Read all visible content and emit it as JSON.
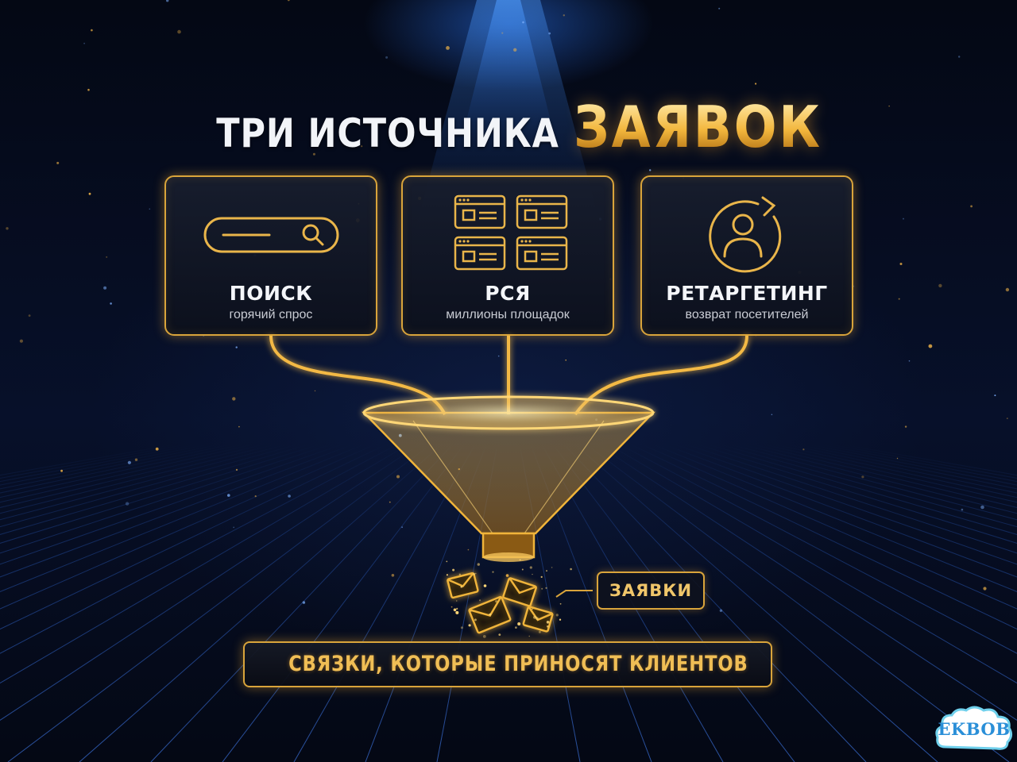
{
  "title": {
    "white": "ТРИ ИСТОЧНИКА",
    "gold": "ЗАЯВОК"
  },
  "sources": [
    {
      "title": "ПОИСК",
      "subtitle": "горячий спрос",
      "icon": "search-bar-icon"
    },
    {
      "title": "РСЯ",
      "subtitle": "миллионы площадок",
      "icon": "ad-network-windows-icon"
    },
    {
      "title": "РЕТАРГЕТИНГ",
      "subtitle": "возврат посетителей",
      "icon": "user-return-icon"
    }
  ],
  "funnel": {
    "output_label": "ЗАЯВКИ",
    "output_icon": "envelope-icon"
  },
  "banner": "СВЯЗКИ, КОТОРЫЕ ПРИНОСЯТ КЛИЕНТОВ",
  "watermark": "EKBOB",
  "colors": {
    "gold": "#f0b43a",
    "gold_light": "#ffe9a6",
    "background": "#050a16",
    "grid_blue": "#2a5fc8",
    "watermark_blue": "#2a8fd8"
  }
}
